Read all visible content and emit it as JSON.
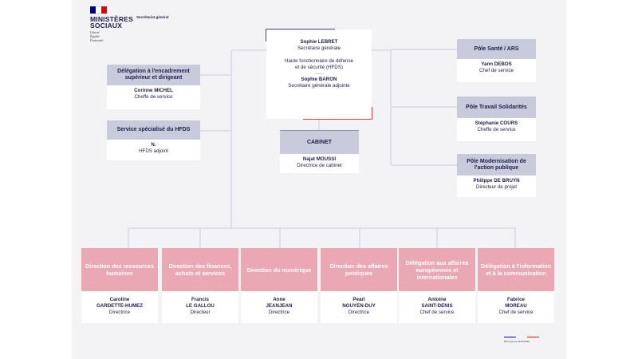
{
  "logo": {
    "title_line1": "MINISTÈRES",
    "title_line2": "SOCIAUX",
    "motto": [
      "Liberté",
      "Égalité",
      "Fraternité"
    ],
    "colors": {
      "blue": "#000091",
      "white": "#ffffff",
      "red": "#e1000f"
    }
  },
  "subheading": "Secrétariat général",
  "top": {
    "name1": "Sophie LEBRET",
    "role1": "Secrétaire générale",
    "role2a": "Haute fonctionnaire de défense",
    "role2b": "et de sécurité (HFDS)",
    "name2": "Sophie BARON",
    "role3": "Secrétaire générale adjointe"
  },
  "cabinet": {
    "title": "CABINET",
    "name": "Najat MOUSSI",
    "role": "Directrice de cabinet"
  },
  "left": [
    {
      "title": "Délégation à l'encadrement supérieur et dirigeant",
      "name": "Corinne MICHEL",
      "role": "Cheffe de service"
    },
    {
      "title": "Service spécialisé du HFDS",
      "name": "N.",
      "role": "HFDS adjoint"
    }
  ],
  "right": [
    {
      "title": "Pôle Santé / ARS",
      "name": "Yann DEBOS",
      "role": "Chef de service"
    },
    {
      "title": "Pôle Travail Solidarités",
      "name": "Stéphanie COURS",
      "role": "Cheffe de service"
    },
    {
      "title": "Pôle Modernisation de l'action publique",
      "name": "Philippe DE BRUYN",
      "role": "Directeur de projet"
    }
  ],
  "bottom": [
    {
      "title": "Direction des ressources humaines",
      "first": "Caroline",
      "last": "GARDETTE-HUMEZ",
      "role": "Directrice"
    },
    {
      "title": "Direction des finances, achats et services",
      "first": "Francis",
      "last": "LE GALLOU",
      "role": "Directeur"
    },
    {
      "title": "Direction du numérique",
      "first": "Anne",
      "last": "JEANJEAN",
      "role": "Directrice"
    },
    {
      "title": "Direction des affaires juridiques",
      "first": "Pearl",
      "last": "NGUYEN-DUY",
      "role": "Directrice"
    },
    {
      "title": "Délégation aux affaires européennes et internationales",
      "first": "Antoine",
      "last": "SAINT-DENIS",
      "role": "Chef de service"
    },
    {
      "title": "Délégation à l'information et à la communication",
      "first": "Fabrice",
      "last": "MOREAU",
      "role": "Chef de service"
    }
  ],
  "footer": {
    "date_note": "Mis à jour le 24/01/2025"
  },
  "colors": {
    "header_gray": "#c9cbdc",
    "header_pink": "#e9a8b3",
    "line": "#c9cbdc",
    "text": "#1e1e4a"
  }
}
